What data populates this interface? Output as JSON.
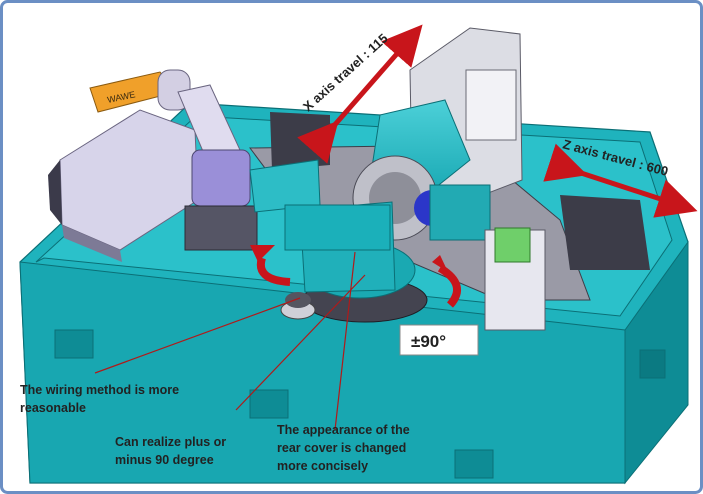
{
  "annotations": {
    "x_axis_travel": "X axis travel : 115",
    "z_axis_travel": "Z axis travel : 600",
    "rotation": "±90°",
    "wiring_note": [
      "The wiring method is more",
      "reasonable"
    ],
    "rotation_note": [
      "Can realize plus or",
      "minus 90 degree"
    ],
    "cover_note": [
      "The appearance of the",
      "rear cover is changed",
      "more concisely"
    ]
  },
  "robot_label": "WAWE",
  "colors": {
    "machine_teal": "#1fb3bd",
    "machine_dark": "#0e7f87",
    "arrow_red": "#c8151b",
    "frame_blue": "#6b8fc4",
    "robot_orange": "#f0a02a",
    "robot_purple": "#9a8fd8"
  }
}
